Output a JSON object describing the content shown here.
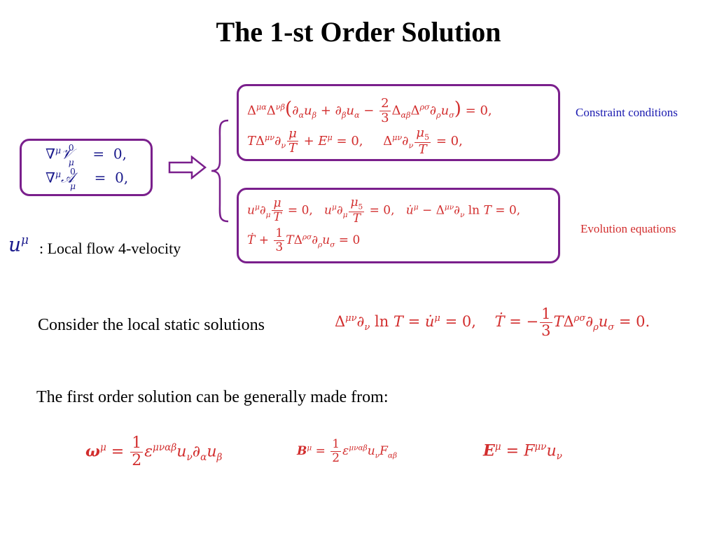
{
  "slide": {
    "title": "The 1-st Order Solution",
    "labels": {
      "constraint": "Constraint conditions",
      "evolution": "Evolution equations",
      "local_flow": ": Local flow 4-velocity",
      "consider": "Consider the local static solutions",
      "first_order": "The first order solution can be generally made from:"
    },
    "colors": {
      "box_border": "#7a1f8c",
      "equation_red": "#d22d2d",
      "equation_blue": "#1a1a8c",
      "label_blue": "#1a1ab0"
    }
  }
}
